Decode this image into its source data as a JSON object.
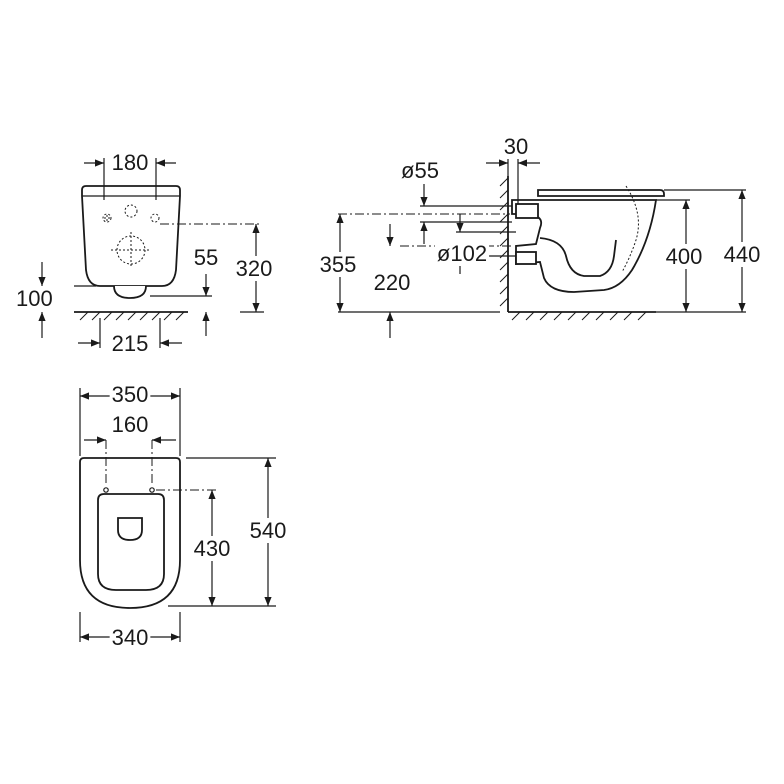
{
  "front_view": {
    "width_top": "180",
    "width_bottom": "215",
    "height_total": "320",
    "outlet_height": "55",
    "floor_offset": "100"
  },
  "side_view": {
    "inlet_diameter": "ø55",
    "wall_offset": "30",
    "outlet_diameter": "ø102",
    "bowl_height": "355",
    "outlet_height": "220",
    "rim_height": "400",
    "seat_height": "440"
  },
  "top_view": {
    "overall_width": "350",
    "fixing_spacing": "160",
    "bowl_width": "340",
    "fixing_depth": "430",
    "overall_depth": "540"
  }
}
